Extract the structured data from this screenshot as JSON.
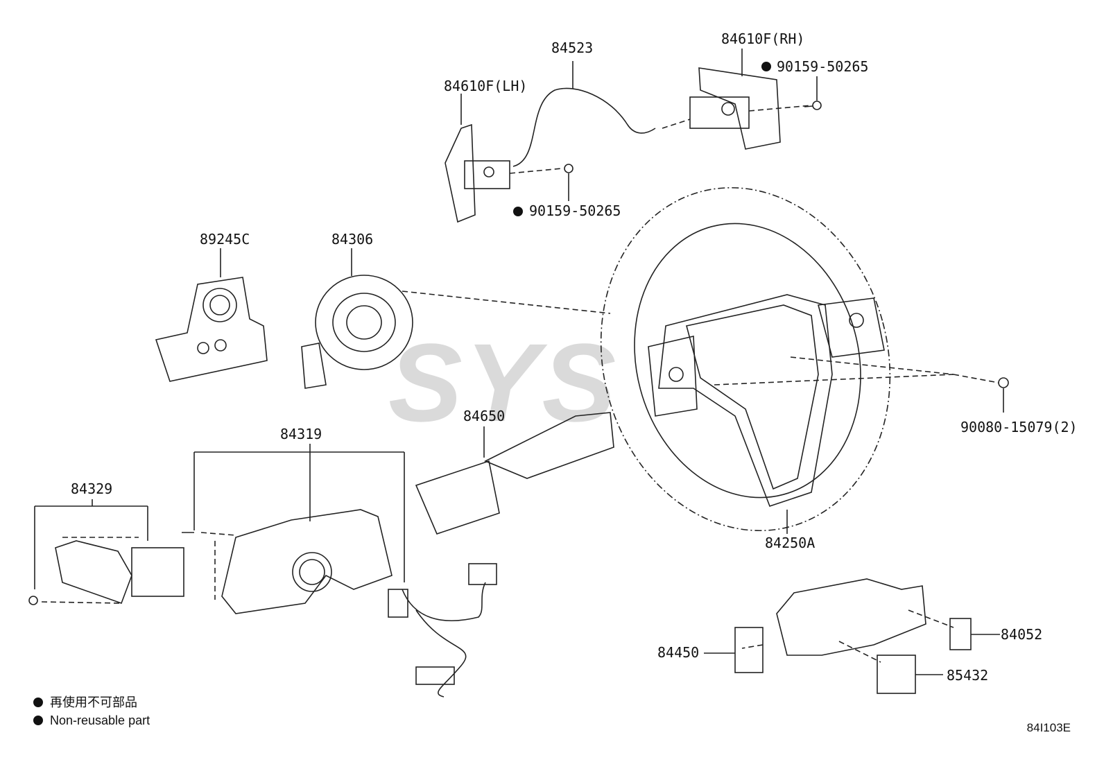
{
  "labels": {
    "p84523": "84523",
    "p84610f_rh": "84610F(RH)",
    "p84610f_lh": "84610F(LH)",
    "bolt_rh": "90159-50265",
    "bolt_lh": "90159-50265",
    "p89245c": "89245C",
    "p84306": "84306",
    "p84650": "84650",
    "p84319": "84319",
    "p84329": "84329",
    "p84250a": "84250A",
    "bolt_wheel": "90080-15079(2)",
    "p84450": "84450",
    "p84052": "84052",
    "p85432": "85432"
  },
  "legend": {
    "jp": "再使用不可部品",
    "en": "Non-reusable part"
  },
  "diagram_code": "84I103E",
  "watermark": "SYS",
  "colors": {
    "line": "#222222",
    "watermark": "#9a9a9a"
  }
}
